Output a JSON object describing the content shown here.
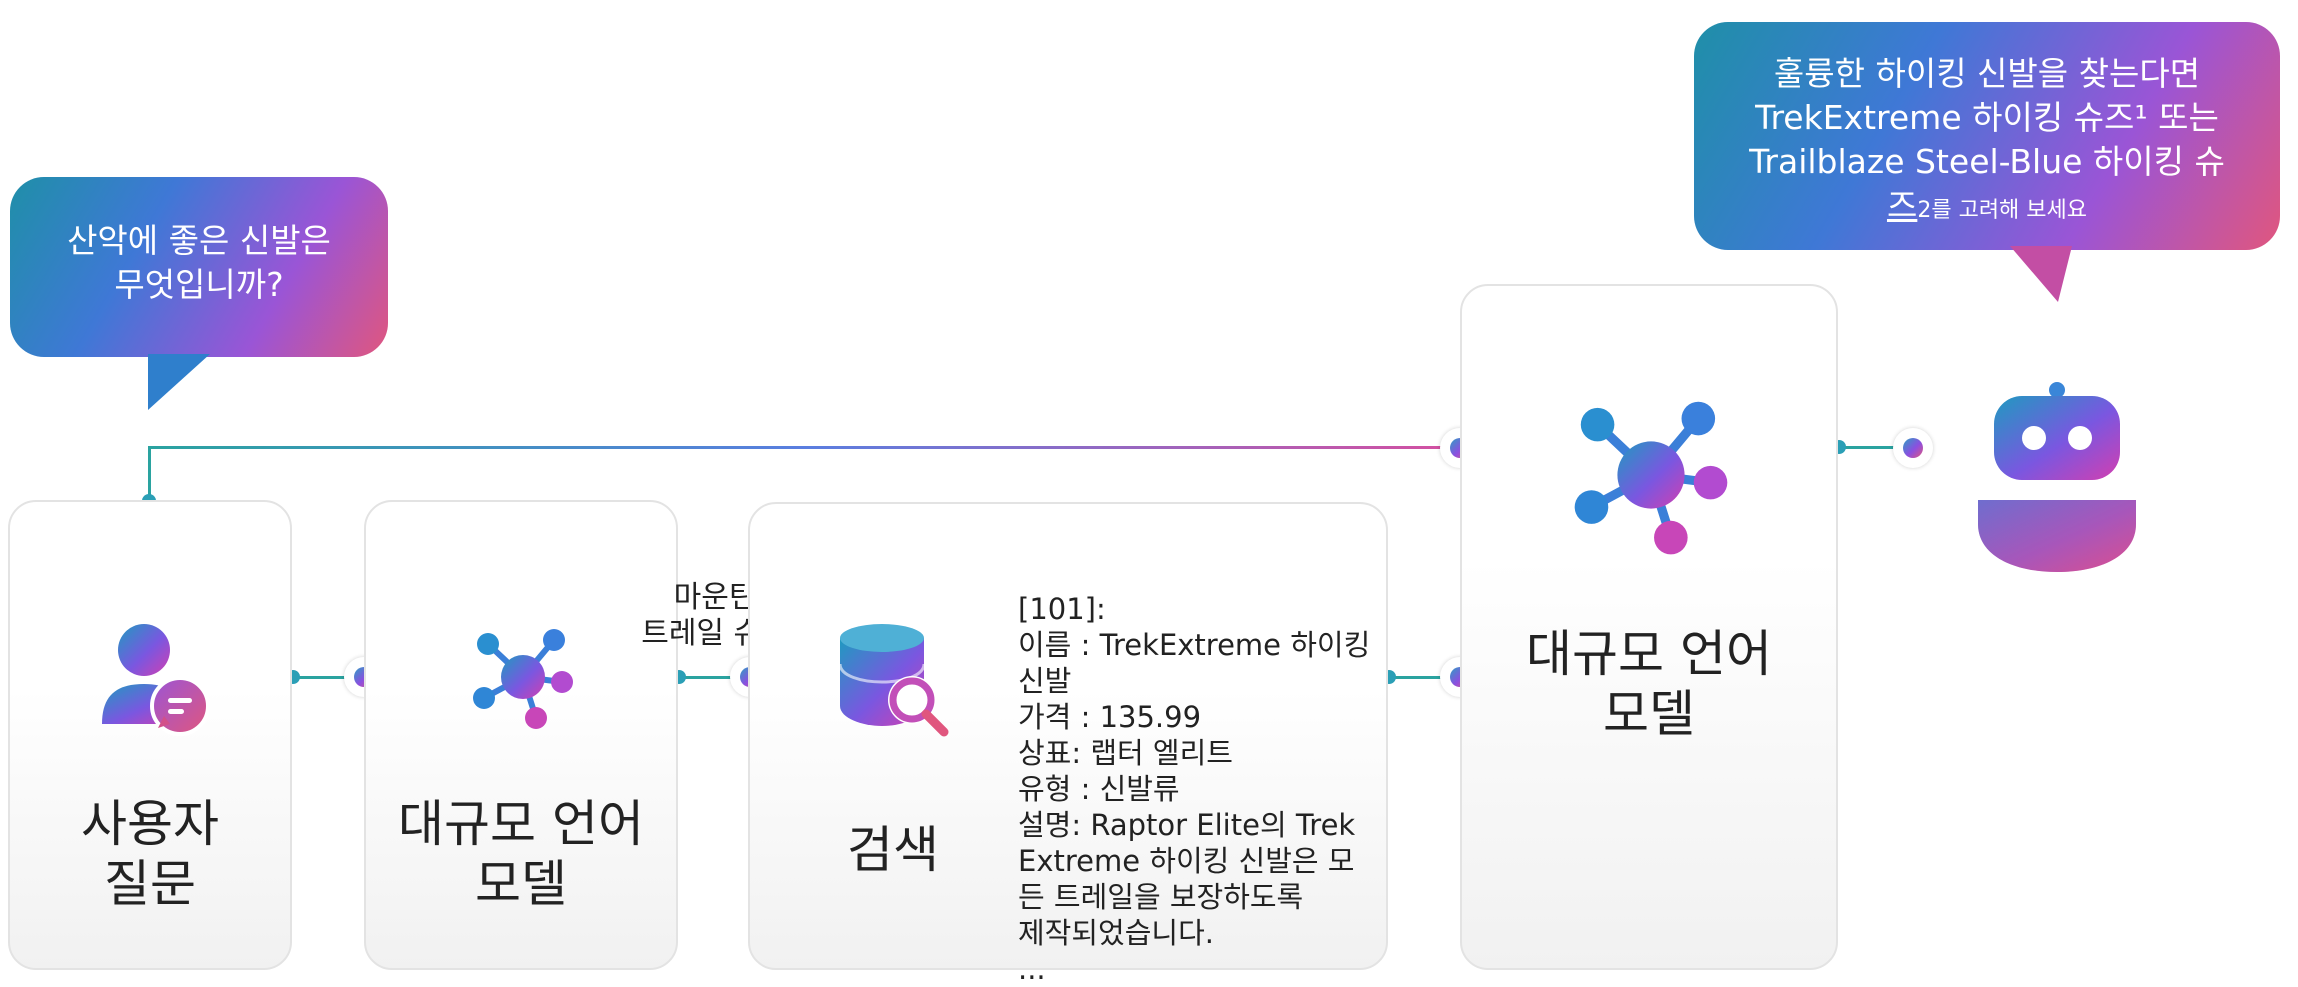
{
  "question_bubble": {
    "lines": [
      "산악에 좋은 신발은",
      "무엇입니까?"
    ]
  },
  "answer_bubble": {
    "lines": [
      "훌륭한 하이킹 신발을 찾는다면",
      "TrekExtreme 하이킹 슈즈¹ 또는",
      "Trailblaze Steel-Blue 하이킹 슈"
    ],
    "last_line_big": "즈",
    "last_line_small": "2를 고려해 보세요"
  },
  "cards": {
    "user_question": {
      "line1": "사용자",
      "line2": "질문"
    },
    "llm_first": {
      "line1": "대규모 언어",
      "line2": "모델"
    },
    "search": {
      "title": "검색"
    },
    "llm_final": {
      "line1": "대규모 언어",
      "line2": "모델"
    }
  },
  "query_label": {
    "line1": "마운틴",
    "line2": "트레일 슈즈"
  },
  "search_result": {
    "lines": [
      "[101]:",
      "이름 : TrekExtreme 하이킹",
      "신발",
      "가격 : 135.99",
      "상표: 랩터 엘리트",
      "유형 : 신발류",
      "설명: Raptor Elite의 Trek",
      "Extreme 하이킹 신발은 모",
      "든 트레일을 보장하도록",
      "제작되었습니다.",
      "..."
    ]
  },
  "icons": {
    "user": "user-chat-icon",
    "network": "neural-network-icon",
    "database": "database-search-icon",
    "robot": "robot-icon"
  },
  "colors": {
    "teal": "#1f8fa8",
    "blue": "#3f78d6",
    "purple": "#9a55d6",
    "pink": "#e0567e"
  }
}
